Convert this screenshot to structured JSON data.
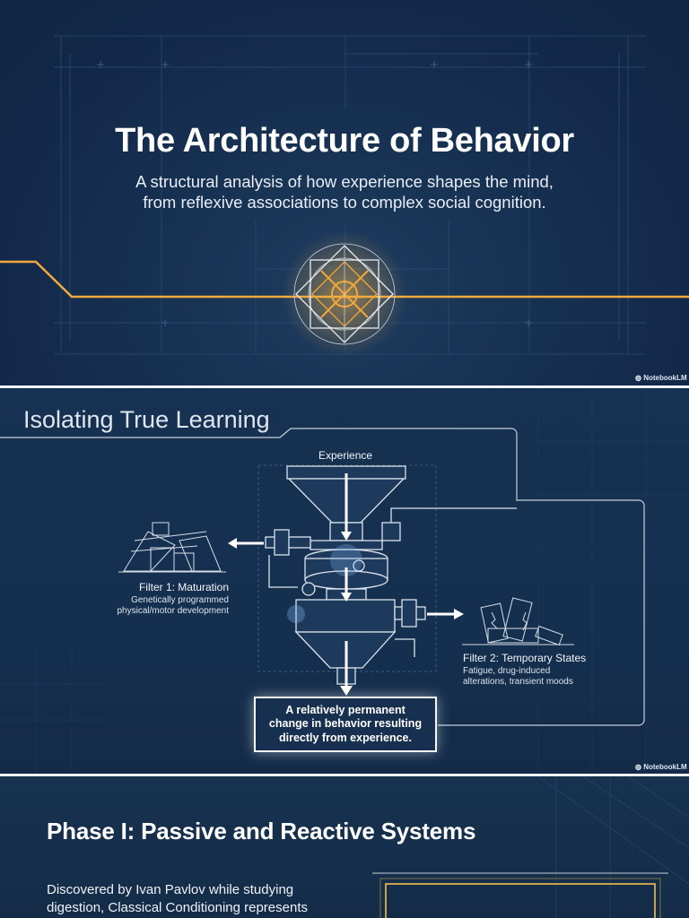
{
  "slide1": {
    "title": "The Architecture of Behavior",
    "subtitle_line1": "A structural analysis of how experience shapes the mind,",
    "subtitle_line2": "from reflexive associations to complex social cognition.",
    "brand": "NotebookLM",
    "accent": "#f2a93b"
  },
  "slide2": {
    "title": "Isolating True Learning",
    "input_label": "Experience",
    "filter1_title": "Filter 1: Maturation",
    "filter1_desc_line1": "Genetically programmed",
    "filter1_desc_line2": "physical/motor development",
    "filter2_title": "Filter 2: Temporary States",
    "filter2_desc_line1": "Fatigue, drug-induced",
    "filter2_desc_line2": "alterations, transient moods",
    "result_line1": "A relatively permanent",
    "result_line2": "change in behavior resulting",
    "result_line3": "directly from experience.",
    "brand": "NotebookLM"
  },
  "slide3": {
    "title": "Phase I: Passive and Reactive Systems",
    "body_line1": "Discovered by Ivan Pavlov while studying",
    "body_line2": "digestion, Classical Conditioning represents",
    "frame_color": "#c9a24a"
  }
}
